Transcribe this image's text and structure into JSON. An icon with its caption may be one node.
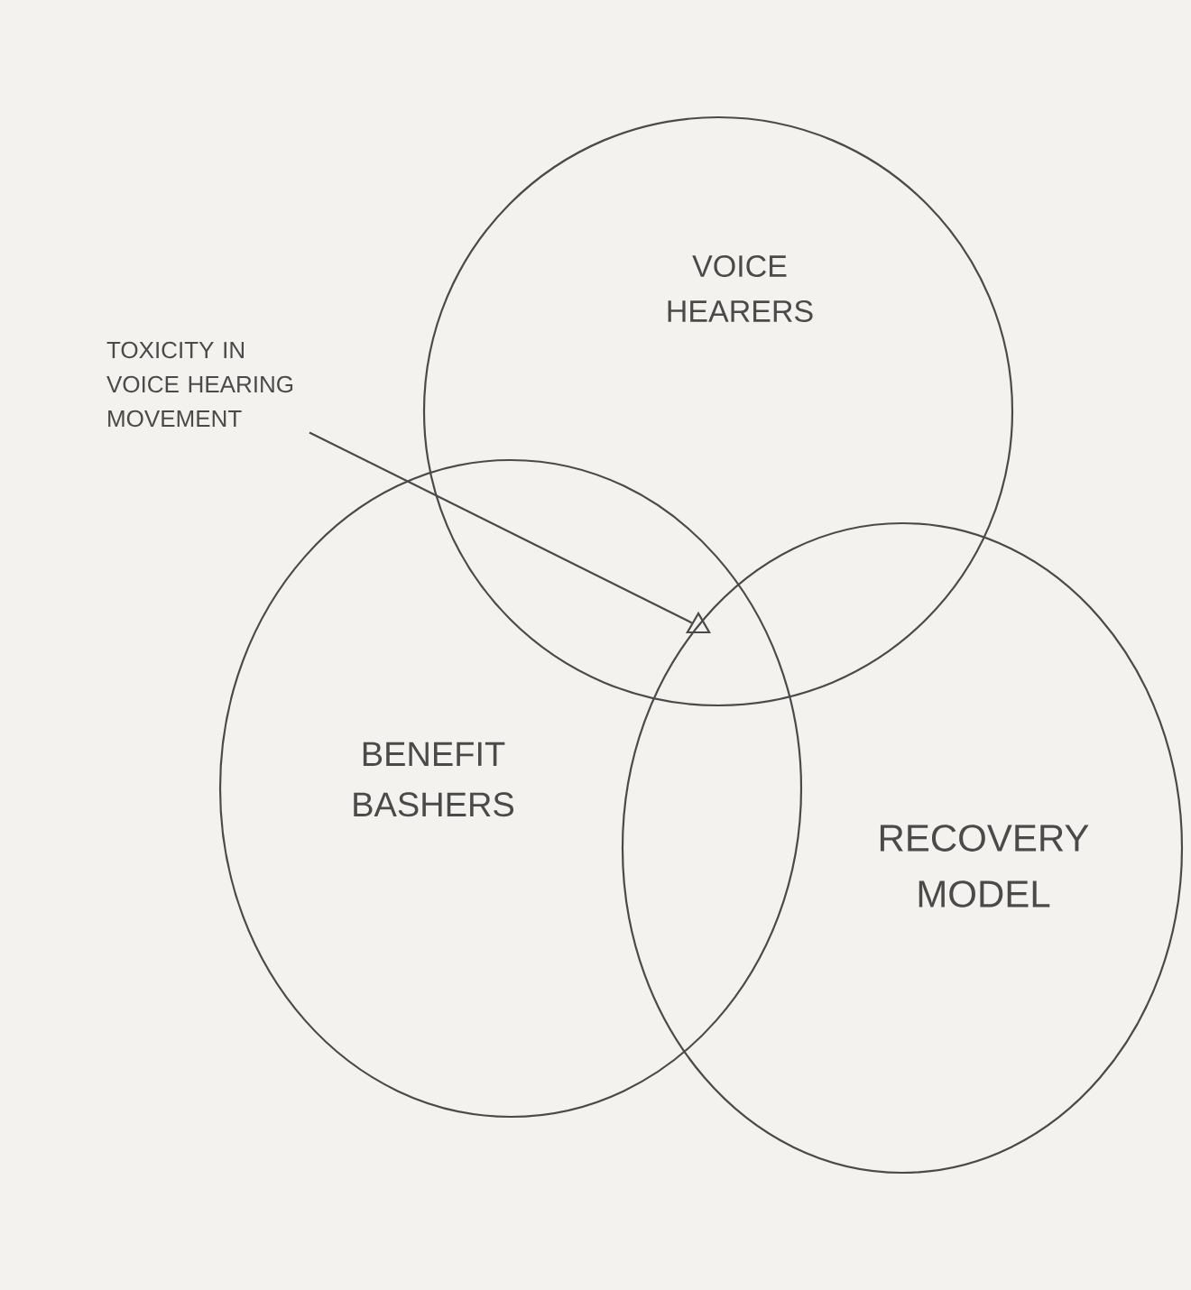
{
  "diagram": {
    "nodes": [
      {
        "text": [
          "VOICE HEARERS"
        ]
      },
      {
        "text": [
          "TOXICITY IN VOICE HEARING MOVEMENT"
        ]
      },
      {
        "text": [],
        "shape": "triangle"
      },
      {
        "text": [
          "BENEFIT BASHERS"
        ]
      },
      {
        "text": [
          "RECOVERY MODEL"
        ]
      }
    ],
    "edges": [
      {
        "from": 1,
        "to": 2,
        "arrow": "none"
      }
    ]
  }
}
